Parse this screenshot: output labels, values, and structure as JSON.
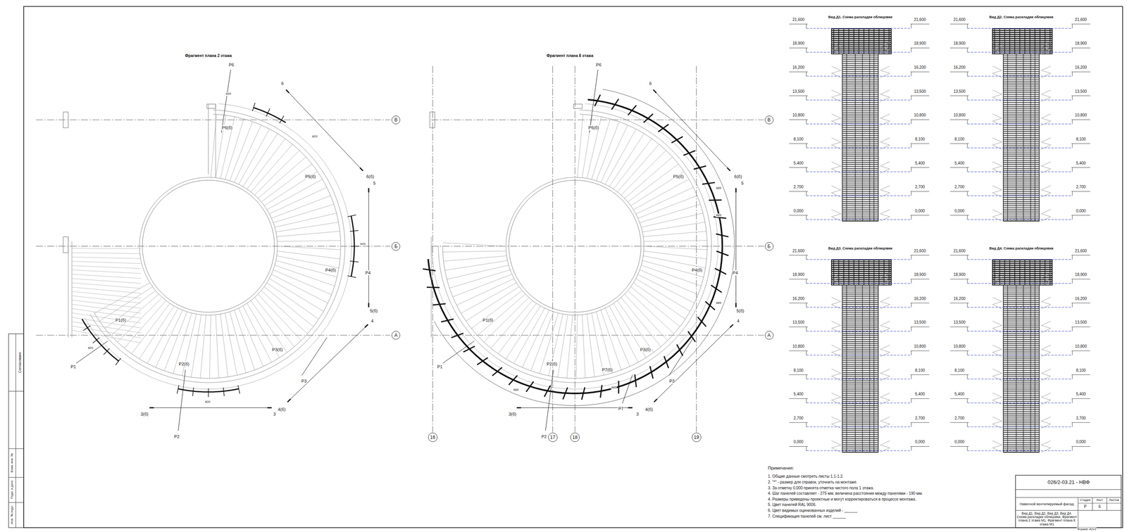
{
  "diagram": {
    "nodes": [
      {
        "text": [
          "В"
        ]
      },
      {
        "text": [
          "Б"
        ]
      },
      {
        "text": [
          "А"
        ]
      },
      {
        "text": [
          "В"
        ]
      },
      {
        "text": [
          "Б"
        ]
      },
      {
        "text": [
          "А"
        ]
      },
      {
        "text": [
          "16"
        ]
      },
      {
        "text": [
          "17"
        ]
      },
      {
        "text": [
          "18"
        ]
      },
      {
        "text": [
          "19"
        ]
      }
    ],
    "labels": [
      "Фрагмент плана 2 этажа",
      "Фрагмент плана 8 этажа",
      "Р6",
      "Р6(б)",
      "6",
      "6(б)",
      "Р5(б)",
      "5",
      "5(б)",
      "Р4(б)",
      "Р4",
      "Р3(б)",
      "Р3",
      "4",
      "4(б)",
      "3",
      "3(б)",
      "Р2(б)",
      "Р2",
      "Р1(б)",
      "Р1",
      "Р6",
      "Р6(б)",
      "6",
      "6(б)",
      "Р5(б)",
      "5",
      "5(б)",
      "Р4(б)",
      "Р4",
      "Р3(б)",
      "Р3",
      "4",
      "4(б)",
      "3",
      "3(б)",
      "Р2(б)",
      "Р2",
      "Р1(б)",
      "Р1",
      "Р7(б)",
      "Р7",
      "820",
      "820",
      "820",
      "820",
      "820",
      "885",
      "885",
      "885",
      "885",
      "885",
      "Вид Д1. Схема раскладки облицовки",
      "21,600",
      "21,600",
      "18,900",
      "18,900",
      "16,200",
      "16,200",
      "13,500",
      "13,500",
      "10,800",
      "10,800",
      "8,100",
      "8,100",
      "5,400",
      "5,400",
      "2,700",
      "2,700",
      "0,000",
      "0,000",
      "Вид Д2. Схема раскладки облицовки",
      "21,600",
      "21,600",
      "18,900",
      "18,900",
      "16,200",
      "16,200",
      "13,500",
      "13,500",
      "10,800",
      "10,800",
      "8,100",
      "8,100",
      "5,400",
      "5,400",
      "2,700",
      "2,700",
      "0,000",
      "0,000",
      "Вид Д3. Схема раскладки облицовки",
      "21,600",
      "21,600",
      "18,900",
      "18,900",
      "16,200",
      "16,200",
      "13,500",
      "13,500",
      "10,800",
      "10,800",
      "8,100",
      "8,100",
      "5,400",
      "5,400",
      "2,700",
      "2,700",
      "0,000",
      "0,000",
      "Вид Д4. Схема раскладки облицовки",
      "21,600",
      "21,600",
      "18,900",
      "18,900",
      "16,200",
      "16,200",
      "13,500",
      "13,500",
      "10,800",
      "10,800",
      "8,100",
      "8,100",
      "5,400",
      "5,400",
      "2,700",
      "2,700",
      "0,000",
      "0,000",
      "Примечания:",
      "1. Общие данные смотреть листы 1.1-1.2.",
      "2. \"*\" - размер для справок, уточнить на монтаже.",
      "3. За отметку 0,000 принята отметка чистого пола 1 этажа.",
      "4. Шаг панелей составляет - 275 мм, величина расстояния между панелями - 190 мм.",
      "4. Размеры приведены проектные и могут корректироваться в процессе монтажа.",
      "5. Цвет панелей RAL 9006.",
      "6. Цвет видимых оцинкованных изделий - ______",
      "7. Спецификация панелей см. лист ______",
      "026/2-03.21 - НВФ",
      "Навесной вентилируемый фасад",
      "Стадия",
      "Лист",
      "Листов",
      "Р",
      "6",
      "Вид Д1, Вид Д2, Вид Д3, Вид Д4. Схема раскладки облицовки. Фрагмент плана 2 этажа М1. Фрагмент плана 8 этажа М1",
      "Формат А2х3",
      "Согласовано",
      "Взам. инв. №",
      "Подп. и дата",
      "Инв. № подл."
    ]
  }
}
